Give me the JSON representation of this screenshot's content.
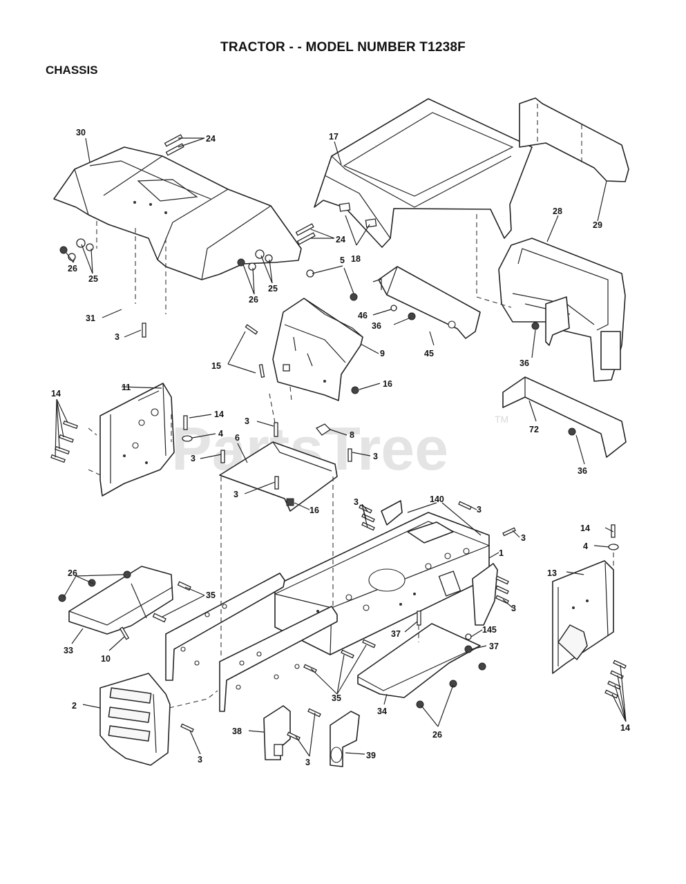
{
  "title": "TRACTOR - - MODEL NUMBER T1238F",
  "section": "CHASSIS",
  "watermark": {
    "text": "PartsTree",
    "tm": "TM"
  },
  "callouts": [
    "30",
    "24",
    "17",
    "29",
    "28",
    "24",
    "18",
    "26",
    "25",
    "26",
    "25",
    "5",
    "31",
    "3",
    "46",
    "36",
    "45",
    "36",
    "9",
    "15",
    "16",
    "11",
    "14",
    "14",
    "4",
    "8",
    "3",
    "6",
    "3",
    "3",
    "3",
    "16",
    "72",
    "36",
    "3",
    "140",
    "3",
    "3",
    "14",
    "4",
    "1",
    "13",
    "26",
    "35",
    "3",
    "33",
    "10",
    "37",
    "145",
    "37",
    "2",
    "35",
    "34",
    "38",
    "26",
    "3",
    "3",
    "39",
    "14"
  ]
}
